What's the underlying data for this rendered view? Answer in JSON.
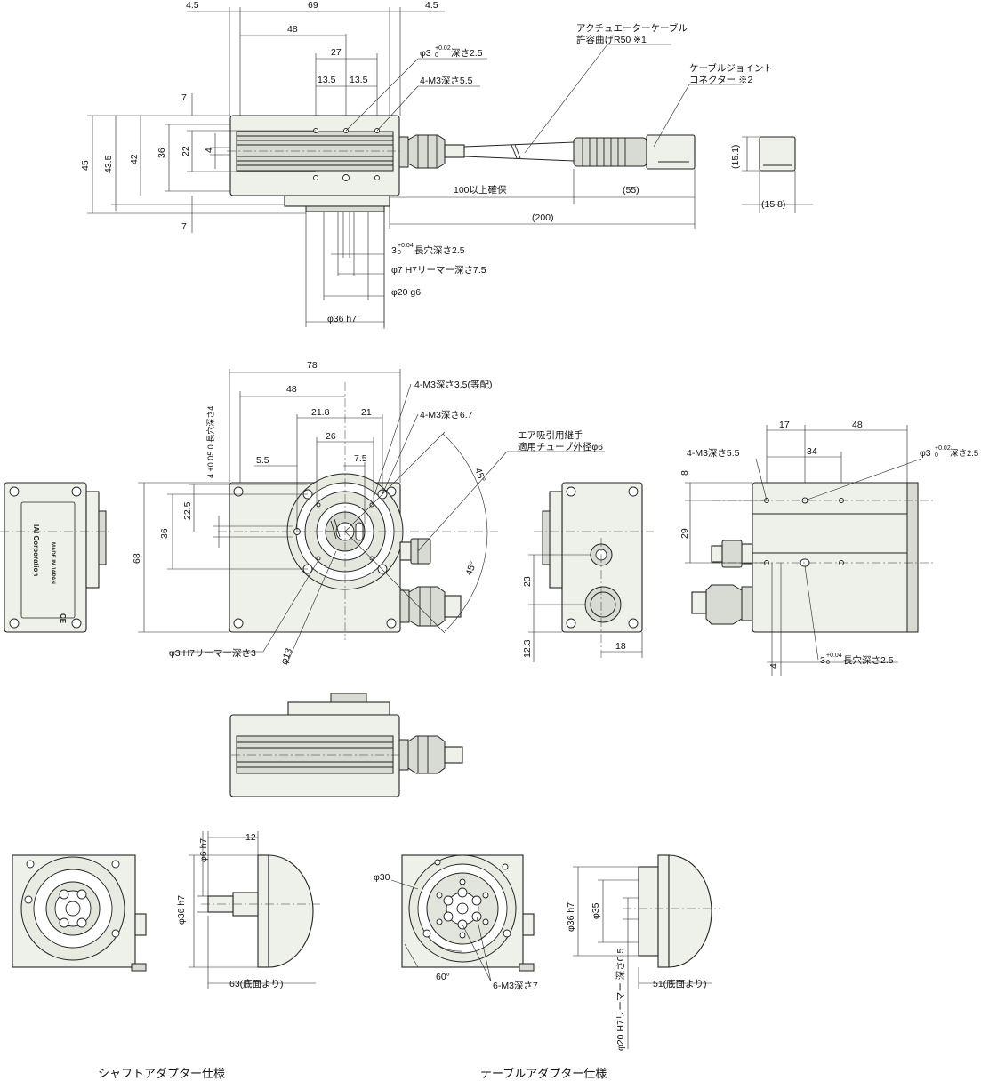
{
  "top_view": {
    "dims": {
      "d_4_5_left": "4.5",
      "d_69": "69",
      "d_4_5_right": "4.5",
      "d_48": "48",
      "d_27": "27",
      "d_13_5_a": "13.5",
      "d_13_5_b": "13.5",
      "d_7_top": "7",
      "d_7_bottom": "7",
      "d_45": "45",
      "d_43_5": "43.5",
      "d_42": "42",
      "d_36": "36",
      "d_22": "22",
      "d_4": "4",
      "d_100": "100以上確保",
      "d_55": "(55)",
      "d_200": "(200)",
      "d_15_1": "(15.1)",
      "d_15_8": "(15.8)"
    },
    "notes": {
      "phi3_hole_main": "φ3",
      "phi3_hole_tol": "+0.02",
      "phi3_hole_tol0": "0",
      "phi3_hole_depth": "深さ2.5",
      "m3_depth": "4-M3深さ5.5",
      "cable_bend_1": "アクチュエーターケーブル",
      "cable_bend_2": "許容曲げR50 ※1",
      "connector_1": "ケーブルジョイント",
      "connector_2": "コネクター ※2",
      "slot_main": "3",
      "slot_tol": "+0.04",
      "slot_tol0": "0",
      "slot_rest": "長穴深さ2.5",
      "reamer": "φ7 H7リーマー深さ7.5",
      "phi20": "φ20 g6",
      "phi36": "φ36 h7"
    }
  },
  "front_view": {
    "dims": {
      "d_78": "78",
      "d_48": "48",
      "d_21_8": "21.8",
      "d_21": "21",
      "d_26": "26",
      "d_5_5": "5.5",
      "d_7_5": "7.5",
      "d_22_5": "22.5",
      "d_36": "36",
      "d_68": "68",
      "d_45_a": "45°",
      "d_45_b": "45°",
      "d_phi13": "φ13"
    },
    "notes": {
      "m3_35": "4-M3深さ3.5(等配)",
      "m3_67": "4-M3深さ6.7",
      "air_1": "エア吸引用継手",
      "air_2": "適用チューブ外径φ6",
      "slot_v": "4 +0.05 0 長穴深さ4",
      "reamer3": "φ3 H7リーマー深さ3"
    },
    "label_plate": {
      "brand": "IAI Corporation",
      "origin": "MADE IN JAPAN",
      "mark": "CE"
    }
  },
  "back_view": {
    "dims": {
      "d_23": "23",
      "d_12_3": "12.3",
      "d_18": "18"
    }
  },
  "side_view": {
    "dims": {
      "d_17": "17",
      "d_48": "48",
      "d_34": "34",
      "d_8": "8",
      "d_29": "29",
      "d_4": "4"
    },
    "notes": {
      "m3": "4-M3深さ5.5",
      "phi3_main": "φ3",
      "phi3_tol": "+0.02",
      "phi3_tol0": "0",
      "phi3_depth": "深さ2.5",
      "slot_main": "3",
      "slot_tol": "+0.04",
      "slot_tol0": "0",
      "slot_rest": "長穴深さ2.5"
    }
  },
  "shaft_adapter": {
    "dims": {
      "d_phi6": "φ6 h7",
      "d_12": "12",
      "d_phi36": "φ36 h7",
      "d_63": "63(底面より)"
    },
    "caption": "シャフトアダプター仕様"
  },
  "table_adapter": {
    "dims": {
      "d_phi30": "φ30",
      "d_60": "60°",
      "d_m3": "6-M3深さ7",
      "d_phi36": "φ36 h7",
      "d_phi35": "φ35",
      "d_phi20": "φ20 H7リーマー 深さ0.5",
      "d_51": "51(底面より)"
    },
    "caption": "テーブルアダプター仕様"
  }
}
